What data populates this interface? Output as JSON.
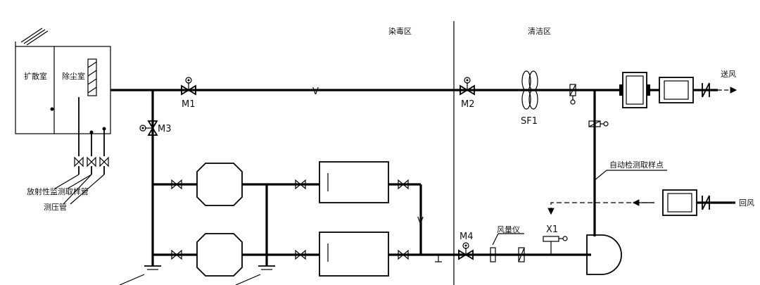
{
  "zones": {
    "contaminated": "染毒区",
    "clean": "清洁区"
  },
  "rooms": {
    "diffusion": "扩散室",
    "dust_removal": "除尘室"
  },
  "valves": {
    "m1": "M1",
    "m2": "M2",
    "m3": "M3",
    "m4": "M4"
  },
  "fan": "SF1",
  "sampler": "X1",
  "flow_marker": "V",
  "labels": {
    "supply_air": "送风",
    "return_air": "回风",
    "airflow_meter": "风量仪",
    "auto_sampling_point": "自动检测取样点",
    "radioactivity_sampling_tube": "放射性监测取样管",
    "pressure_tube": "测压管"
  }
}
